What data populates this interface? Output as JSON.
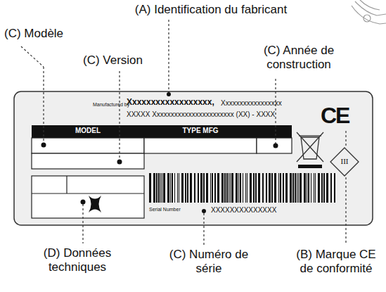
{
  "diagram": {
    "labels": [
      "(A) Identification du fabricant",
      "(C) Modèle",
      "(C) Version",
      "(C) Année de construction",
      "Manufactured by",
      "Xxxxxxxxxxxxxxxxxx,",
      "Xxxxxxxxxxxxxxxxx",
      "XXXXX Xxxxxxxxxxxxxxxxxxxxxxx (XX) - XXXX",
      "MODEL",
      "TYPE MFG",
      "Serial Number",
      "XXXXXXXXXXXXXX",
      "CE",
      "III",
      "(D) Données techniques",
      "(C) Numéro de série",
      "(B) Marque CE de conformité"
    ]
  }
}
